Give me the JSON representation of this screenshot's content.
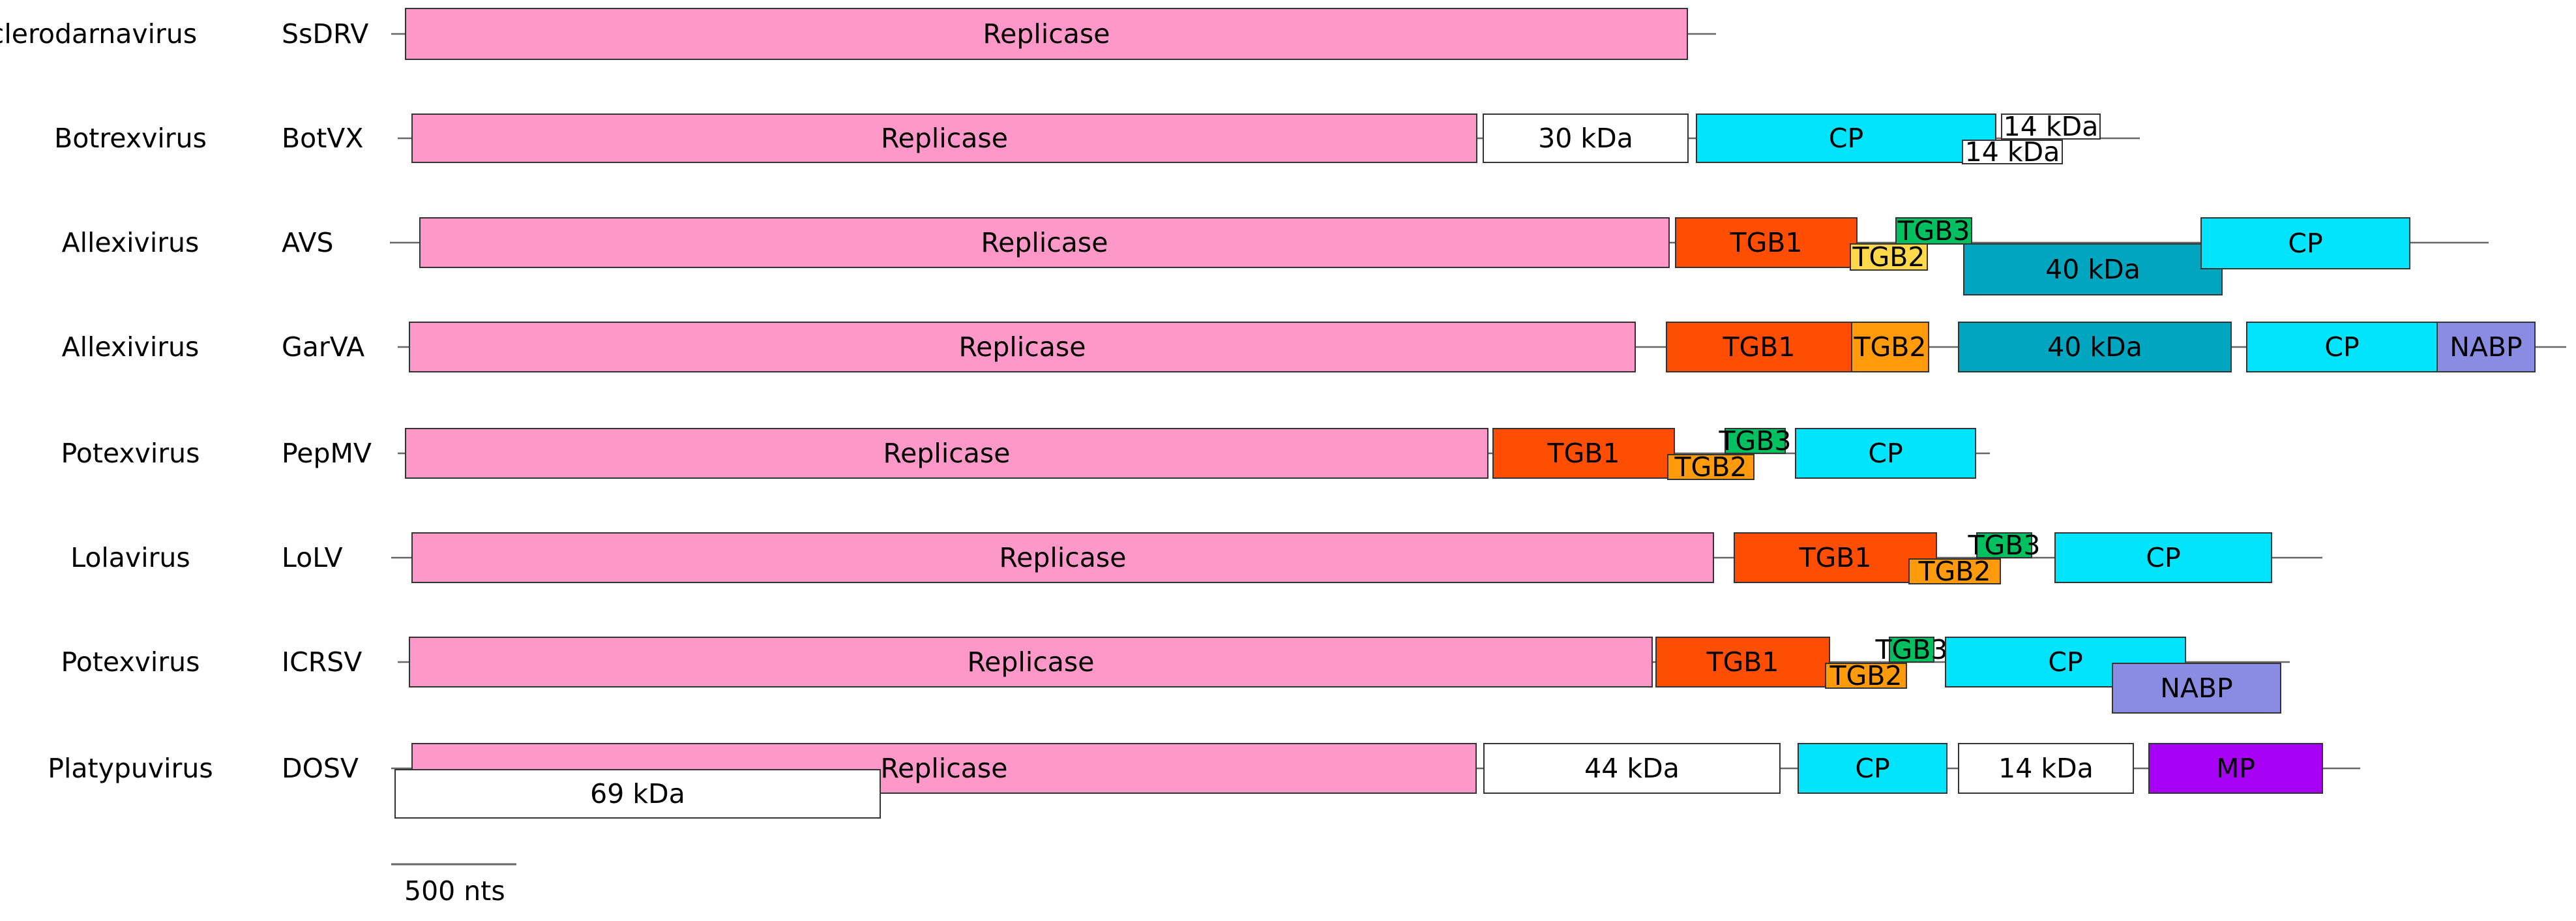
{
  "colors": {
    "replicase": "#fd98c9",
    "cp": "#00e5fd",
    "tgb1": "#ff4d02",
    "tgb2": "#ff9a0a",
    "tgb2_light": "#ffd94a",
    "tgb3": "#00c060",
    "kda40": "#00a5c0",
    "nabp": "#8a8ce4",
    "mp": "#a800f4",
    "plain": "#ffffff"
  },
  "rows": [
    {
      "genus": "Sclerodarnavirus",
      "virus": "SsDRV",
      "genes": [
        {
          "label": "Replicase",
          "color": "replicase"
        }
      ]
    },
    {
      "genus": "Botrexvirus",
      "virus": "BotVX",
      "genes": [
        {
          "label": "Replicase",
          "color": "replicase"
        },
        {
          "label": "30 kDa",
          "color": "plain"
        },
        {
          "label": "CP",
          "color": "cp"
        },
        {
          "label": "14 kDa",
          "color": "plain"
        },
        {
          "label": "14 kDa",
          "color": "plain"
        }
      ]
    },
    {
      "genus": "Allexivirus",
      "virus": "AVS",
      "genes": [
        {
          "label": "Replicase",
          "color": "replicase"
        },
        {
          "label": "TGB1",
          "color": "tgb1"
        },
        {
          "label": "TGB2",
          "color": "tgb2_light"
        },
        {
          "label": "TGB3",
          "color": "tgb3"
        },
        {
          "label": "40 kDa",
          "color": "kda40"
        },
        {
          "label": "CP",
          "color": "cp"
        }
      ]
    },
    {
      "genus": "Allexivirus",
      "virus": "GarVA",
      "genes": [
        {
          "label": "Replicase",
          "color": "replicase"
        },
        {
          "label": "TGB1",
          "color": "tgb1"
        },
        {
          "label": "TGB2",
          "color": "tgb2"
        },
        {
          "label": "40 kDa",
          "color": "kda40"
        },
        {
          "label": "CP",
          "color": "cp"
        },
        {
          "label": "NABP",
          "color": "nabp"
        }
      ]
    },
    {
      "genus": "Potexvirus",
      "virus": "PepMV",
      "genes": [
        {
          "label": "Replicase",
          "color": "replicase"
        },
        {
          "label": "TGB1",
          "color": "tgb1"
        },
        {
          "label": "TGB2",
          "color": "tgb2"
        },
        {
          "label": "TGB3",
          "color": "tgb3"
        },
        {
          "label": "CP",
          "color": "cp"
        }
      ]
    },
    {
      "genus": "Lolavirus",
      "virus": "LoLV",
      "genes": [
        {
          "label": "Replicase",
          "color": "replicase"
        },
        {
          "label": "TGB1",
          "color": "tgb1"
        },
        {
          "label": "TGB2",
          "color": "tgb2"
        },
        {
          "label": "TGB3",
          "color": "tgb3"
        },
        {
          "label": "CP",
          "color": "cp"
        }
      ]
    },
    {
      "genus": "Potexvirus",
      "virus": "ICRSV",
      "genes": [
        {
          "label": "Replicase",
          "color": "replicase"
        },
        {
          "label": "TGB1",
          "color": "tgb1"
        },
        {
          "label": "TGB2",
          "color": "tgb2"
        },
        {
          "label": "TGB3",
          "color": "tgb3"
        },
        {
          "label": "CP",
          "color": "cp"
        },
        {
          "label": "NABP",
          "color": "nabp"
        }
      ]
    },
    {
      "genus": "Platypuvirus",
      "virus": "DOSV",
      "genes": [
        {
          "label": "Replicase",
          "color": "replicase"
        },
        {
          "label": "69 kDa",
          "color": "plain"
        },
        {
          "label": "44 kDa",
          "color": "plain"
        },
        {
          "label": "CP",
          "color": "cp"
        },
        {
          "label": "14 kDa",
          "color": "plain"
        },
        {
          "label": "MP",
          "color": "mp"
        }
      ]
    }
  ],
  "scale": {
    "label": "500 nts"
  }
}
